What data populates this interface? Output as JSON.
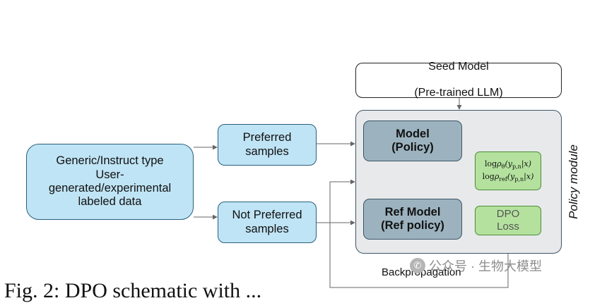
{
  "seed_model": {
    "line1": "Seed Model",
    "line2": "(Pre-trained LLM)"
  },
  "input_data": {
    "text": "Generic/Instruct type\nUser-\ngenerated/experimental\nlabeled data"
  },
  "preferred": {
    "text": "Preferred\nsamples"
  },
  "not_preferred": {
    "text": "Not Preferred\nsamples"
  },
  "model": {
    "text": "Model\n(Policy)"
  },
  "ref_model": {
    "text": "Ref Model\n(Ref policy)"
  },
  "logprob": {
    "policy_prefix": "log",
    "policy_symbol": "ρ",
    "policy_sub": "θ",
    "policy_args": "(y",
    "policy_args_sub": "p,n",
    "policy_args_end": "|x)",
    "ref_prefix": "log",
    "ref_symbol": "ρ",
    "ref_sub": "ref",
    "ref_args": "(y",
    "ref_args_sub": "p,n",
    "ref_args_end": "|x)"
  },
  "dpo_loss": {
    "text": "DPO\nLoss"
  },
  "policy_module_label": "Policy module",
  "backprop_label": "Backpropagation",
  "watermark": {
    "icon": "wechat-icon",
    "text": "公众号 · 生物大模型"
  },
  "caption": "Fig. 2: DPO schematic with ...",
  "colors": {
    "input_fill": "#bfe4f5",
    "model_fill": "#9cb3bf",
    "loss_fill": "#b4e29e",
    "module_fill": "#e8e9eb",
    "arrow": "#666666"
  }
}
